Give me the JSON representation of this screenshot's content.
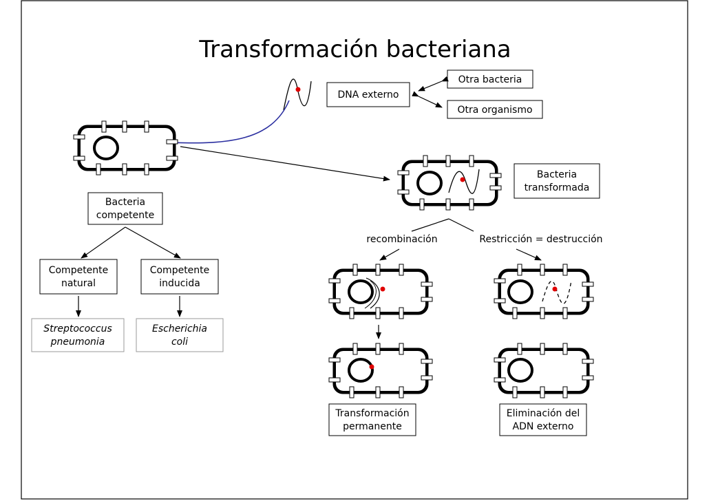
{
  "title": "Transformación bacteriana",
  "labels": {
    "dna_externo": "DNA externo",
    "otra_bacteria": "Otra bacteria",
    "otra_organismo": "Otra organismo",
    "bacteria_competente": [
      "Bacteria",
      "competente"
    ],
    "bacteria_transformada": [
      "Bacteria",
      "transformada"
    ],
    "competente_natural": [
      "Competente",
      "natural"
    ],
    "competente_inducida": [
      "Competente",
      "inducida"
    ],
    "streptococcus": [
      "Streptococcus",
      "pneumonia"
    ],
    "escherichia": [
      "Escherichia",
      "coli"
    ],
    "recombinacion": "recombinación",
    "restriccion": "Restricción = destrucción",
    "transformacion_permanente": [
      "Transformación",
      "permanente"
    ],
    "eliminacion": [
      "Eliminación del",
      "ADN externo"
    ]
  },
  "colors": {
    "dna_arrow": "#2b2fa0",
    "dna_dot": "#e00000",
    "outline": "#000000",
    "grey_box": "#9a9a9a"
  }
}
